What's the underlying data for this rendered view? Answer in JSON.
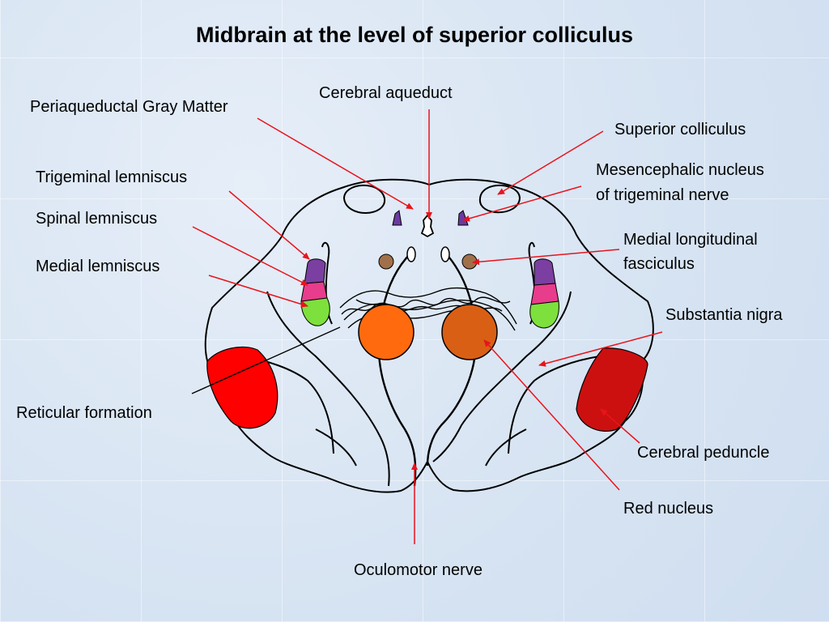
{
  "title": "Midbrain at the level of superior colliculus",
  "labels": {
    "cerebral_aqueduct": "Cerebral aqueduct",
    "periaqueductal_gray": "Periaqueductal Gray Matter",
    "superior_colliculus": "Superior colliculus",
    "mesencephalic_nucleus_line1": "Mesencephalic nucleus",
    "mesencephalic_nucleus_line2": "of trigeminal nerve",
    "trigeminal_lemniscus": "Trigeminal lemniscus",
    "spinal_lemniscus": "Spinal lemniscus",
    "medial_lemniscus": "Medial lemniscus",
    "mlf_line1": "Medial longitudinal",
    "mlf_line2": "fasciculus",
    "substantia_nigra": "Substantia nigra",
    "reticular_formation": "Reticular formation",
    "cerebral_peduncle": "Cerebral peduncle",
    "red_nucleus": "Red nucleus",
    "oculomotor_nerve": "Oculomotor nerve"
  },
  "colors": {
    "background": "#dfe9f5",
    "pointer": "#e8141c",
    "outline": "#000000",
    "red_nucleus_left": "#ff6a0e",
    "red_nucleus_right": "#d95f15",
    "cerebral_peduncle_left": "#ff0000",
    "cerebral_peduncle_right": "#cc1010",
    "trigeminal_lemniscus": "#7a3fa0",
    "spinal_lemniscus": "#e83c8c",
    "medial_lemniscus": "#7de03c",
    "mlf": "#a0704a",
    "mesencephalic_nucleus": "#6a3aa0"
  }
}
